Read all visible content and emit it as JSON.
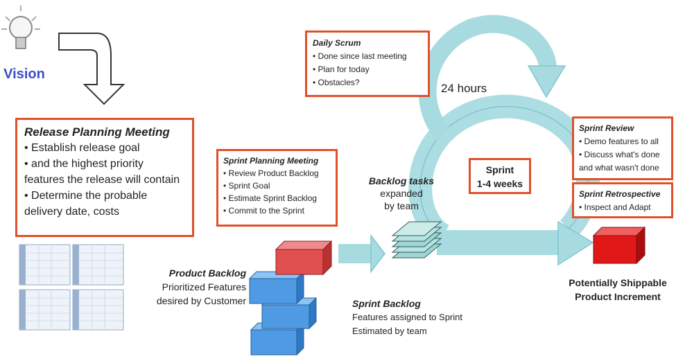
{
  "vision": {
    "label": "Vision"
  },
  "release_planning": {
    "title": "Release Planning Meeting",
    "lines": [
      "• Establish release goal",
      "• and the highest priority",
      "features the release will contain",
      "• Determine the probable",
      "delivery date, costs"
    ]
  },
  "sprint_planning": {
    "title": "Sprint Planning Meeting",
    "lines": [
      "• Review Product Backlog",
      "• Sprint Goal",
      "• Estimate Sprint Backlog",
      "• Commit to the Sprint"
    ]
  },
  "daily_scrum": {
    "title": "Daily Scrum",
    "lines": [
      "• Done since last meeting",
      "• Plan for today",
      "• Obstacles?"
    ]
  },
  "hours": {
    "label": "24 hours"
  },
  "sprint": {
    "line1": "Sprint",
    "line2": "1-4 weeks"
  },
  "sprint_review": {
    "title": "Sprint Review",
    "lines": [
      "• Demo features to all",
      "• Discuss what's done",
      "and what wasn't done"
    ]
  },
  "sprint_retrospective": {
    "title": "Sprint Retrospective",
    "lines": [
      "• Inspect and Adapt"
    ]
  },
  "backlog_tasks": {
    "title": "Backlog tasks",
    "line1": "expanded",
    "line2": "by team"
  },
  "product_backlog": {
    "title": "Product Backlog",
    "line1": "Prioritized Features",
    "line2": "desired by Customer"
  },
  "sprint_backlog": {
    "title": "Sprint Backlog",
    "line1": "Features assigned to Sprint",
    "line2": "Estimated by team"
  },
  "increment": {
    "line1": "Potentially Shippable",
    "line2": "Product Increment"
  },
  "colors": {
    "box_border": "#e0502a",
    "loop": "#a8dbe0",
    "blue_block": "#4f9be3",
    "red_block": "#e05050",
    "vision_text": "#3b4fc4"
  }
}
